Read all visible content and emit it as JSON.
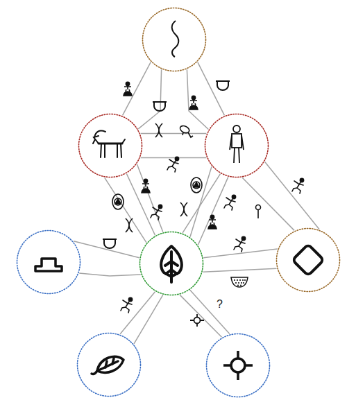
{
  "diagram": {
    "nodes": [
      {
        "text": []
      },
      {
        "text": []
      },
      {
        "text": []
      },
      {
        "text": []
      },
      {
        "text": []
      },
      {
        "text": []
      },
      {
        "text": []
      },
      {
        "text": []
      }
    ],
    "edges": [
      {
        "from": 0,
        "to": 1,
        "arrow": "none"
      },
      {
        "from": 0,
        "to": 1,
        "arrow": "none"
      },
      {
        "from": 0,
        "to": 2,
        "arrow": "none"
      },
      {
        "from": 0,
        "to": 2,
        "arrow": "none"
      },
      {
        "from": 1,
        "to": 2,
        "arrow": "none"
      },
      {
        "from": 1,
        "to": 2,
        "arrow": "none"
      },
      {
        "from": 1,
        "to": 4,
        "arrow": "none"
      },
      {
        "from": 1,
        "to": 4,
        "arrow": "none"
      },
      {
        "from": 1,
        "to": 4,
        "arrow": "none"
      },
      {
        "from": 2,
        "to": 4,
        "arrow": "none"
      },
      {
        "from": 2,
        "to": 4,
        "arrow": "none"
      },
      {
        "from": 2,
        "to": 4,
        "arrow": "none"
      },
      {
        "from": 2,
        "to": 5,
        "arrow": "none"
      },
      {
        "from": 2,
        "to": 5,
        "arrow": "none"
      },
      {
        "from": 3,
        "to": 4,
        "arrow": "none"
      },
      {
        "from": 3,
        "to": 4,
        "arrow": "none"
      },
      {
        "from": 4,
        "to": 5,
        "arrow": "none"
      },
      {
        "from": 4,
        "to": 5,
        "arrow": "none"
      },
      {
        "from": 4,
        "to": 6,
        "arrow": "none"
      },
      {
        "from": 4,
        "to": 6,
        "arrow": "none"
      },
      {
        "from": 4,
        "to": 7,
        "arrow": "none"
      },
      {
        "from": 4,
        "to": 7,
        "label": "?",
        "arrow": "none"
      }
    ]
  }
}
